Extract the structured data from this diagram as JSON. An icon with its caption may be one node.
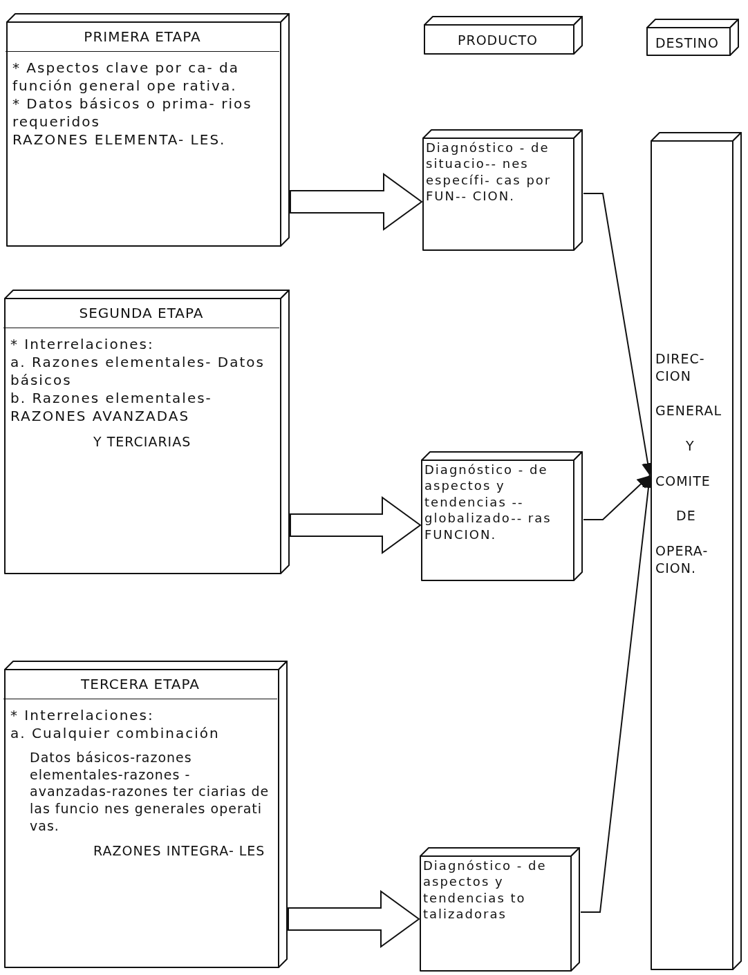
{
  "diagram": {
    "nodes": [
      {
        "text": [
          "PRIMERA ETAPA",
          "* Aspectos clave por ca- da función general ope rativa.",
          "* Datos básicos o prima- rios requeridos",
          "RAZONES ELEMENTA- LES."
        ]
      },
      {
        "text": [
          "PRODUCTO"
        ]
      },
      {
        "text": [
          "DESTINO"
        ]
      },
      {
        "text": [
          "Diagnóstico - de situacio-- nes específi- cas por FUN-- CION."
        ]
      },
      {
        "text": [
          "DIREC- CION",
          "GENERAL",
          "Y",
          "COMITE",
          "DE",
          "OPERA- CION."
        ]
      },
      {
        "text": [
          "SEGUNDA ETAPA",
          "* Interrelaciones:",
          "a. Razones elementales- Datos básicos",
          "b. Razones elementales- RAZONES AVANZADAS",
          "Y TERCIARIAS"
        ]
      },
      {
        "text": [
          "Diagnóstico - de aspectos y tendencias -- globalizado-- ras FUNCION."
        ]
      },
      {
        "text": [
          "TERCERA ETAPA",
          "* Interrelaciones:",
          "a. Cualquier combinación",
          "Datos básicos-razones elementales-razones - avanzadas-razones ter ciarias de las funcio nes generales operati vas.",
          "RAZONES INTEGRA- LES"
        ]
      },
      {
        "text": [
          "Diagnóstico - de aspectos y tendencias to talizadoras"
        ]
      }
    ],
    "edges": [
      {
        "from": 0,
        "to": 3,
        "arrow": "to"
      },
      {
        "from": 5,
        "to": 6,
        "arrow": "to"
      },
      {
        "from": 7,
        "to": 8,
        "arrow": "to"
      },
      {
        "from": 3,
        "to": 4,
        "arrow": "to"
      },
      {
        "from": 6,
        "to": 4,
        "arrow": "to"
      },
      {
        "from": 8,
        "to": 4,
        "arrow": "to"
      }
    ]
  }
}
